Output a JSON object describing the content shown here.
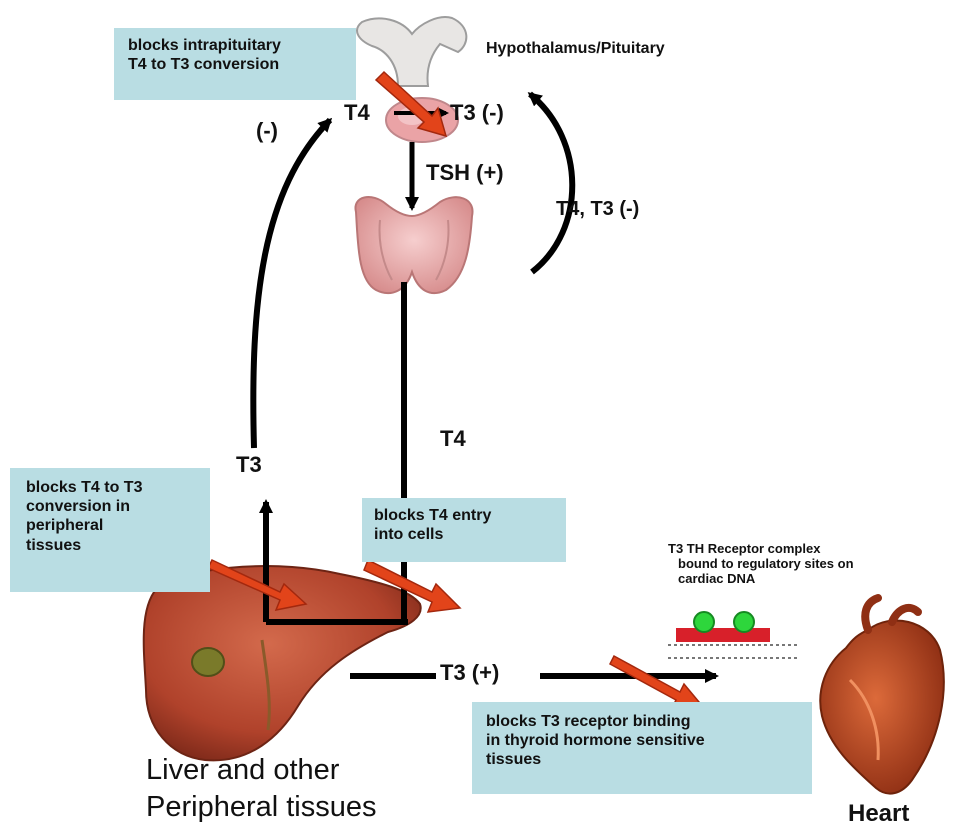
{
  "labels": {
    "hypothalamus": "Hypothalamus/Pituitary",
    "t4_pituitary": "T4",
    "t3_pituitary": "T3 (-)",
    "tsh": "TSH (+)",
    "feedback_right": "T4, T3 (-)",
    "feedback_left": "(-)",
    "t4_middle": "T4",
    "t3_left": "T3",
    "t3_bottom": "T3 (+)",
    "receptor": [
      "T3 TH Receptor complex",
      "bound to regulatory sites on",
      "cardiac DNA"
    ],
    "liver": [
      "Liver and other",
      "Peripheral tissues"
    ],
    "heart": "Heart"
  },
  "boxes": {
    "intrapituitary": [
      "blocks intrapituitary",
      "T4 to T3 conversion"
    ],
    "peripheral": [
      "blocks T4 to T3",
      "conversion in",
      "peripheral",
      "tissues"
    ],
    "entry": [
      "blocks T4 entry",
      "into cells"
    ],
    "receptor_binding": [
      "blocks T3 receptor binding",
      "in thyroid hormone sensitive",
      "tissues"
    ]
  },
  "colors": {
    "box_fill": "#b9dde3",
    "block_arrow": "#e2441a",
    "pathway": "#000000",
    "liver": "#b5472f",
    "thyroid": "#e9aeae",
    "heart": "#b8421e",
    "dna_bar": "#d8202a",
    "receptor": "#2ed63c"
  },
  "icons": [
    "pituitary-icon",
    "thyroid-icon",
    "liver-icon",
    "heart-icon",
    "dna-receptor-icon"
  ]
}
